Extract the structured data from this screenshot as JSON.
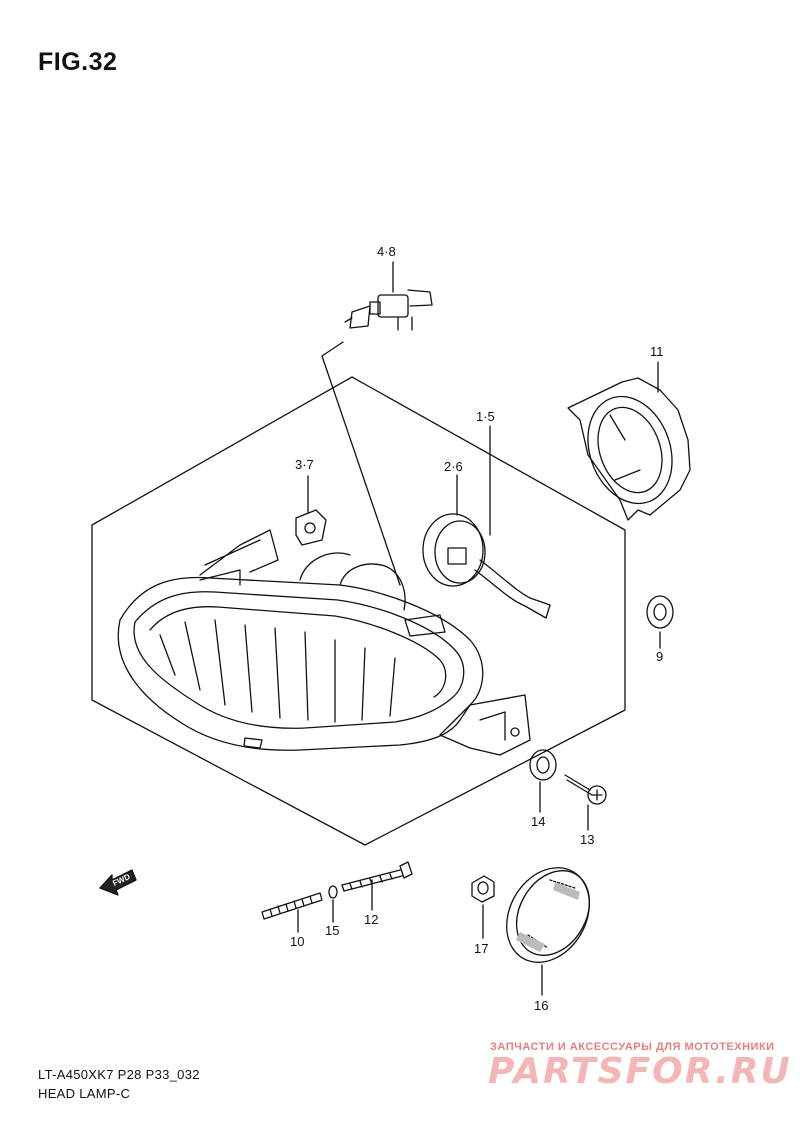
{
  "figure": {
    "title": "FIG.32"
  },
  "callouts": [
    {
      "id": "c1",
      "label": "4·8"
    },
    {
      "id": "c2",
      "label": "11"
    },
    {
      "id": "c3",
      "label": "1·5"
    },
    {
      "id": "c4",
      "label": "3·7"
    },
    {
      "id": "c5",
      "label": "2·6"
    },
    {
      "id": "c6",
      "label": "9"
    },
    {
      "id": "c7",
      "label": "14"
    },
    {
      "id": "c8",
      "label": "13"
    },
    {
      "id": "c9",
      "label": "12"
    },
    {
      "id": "c10",
      "label": "10"
    },
    {
      "id": "c11",
      "label": "15"
    },
    {
      "id": "c12",
      "label": "17"
    },
    {
      "id": "c13",
      "label": "16"
    }
  ],
  "fwd_arrow": {
    "label": "FWD"
  },
  "footer": {
    "model_code": "LT-A450XK7 P28 P33_032",
    "part_name": "HEAD LAMP-C"
  },
  "watermark": {
    "tagline": "ЗАПЧАСТИ И АКСЕССУАРЫ ДЛЯ МОТОТЕХНИКИ",
    "logo": "PARTSFOR.RU"
  }
}
